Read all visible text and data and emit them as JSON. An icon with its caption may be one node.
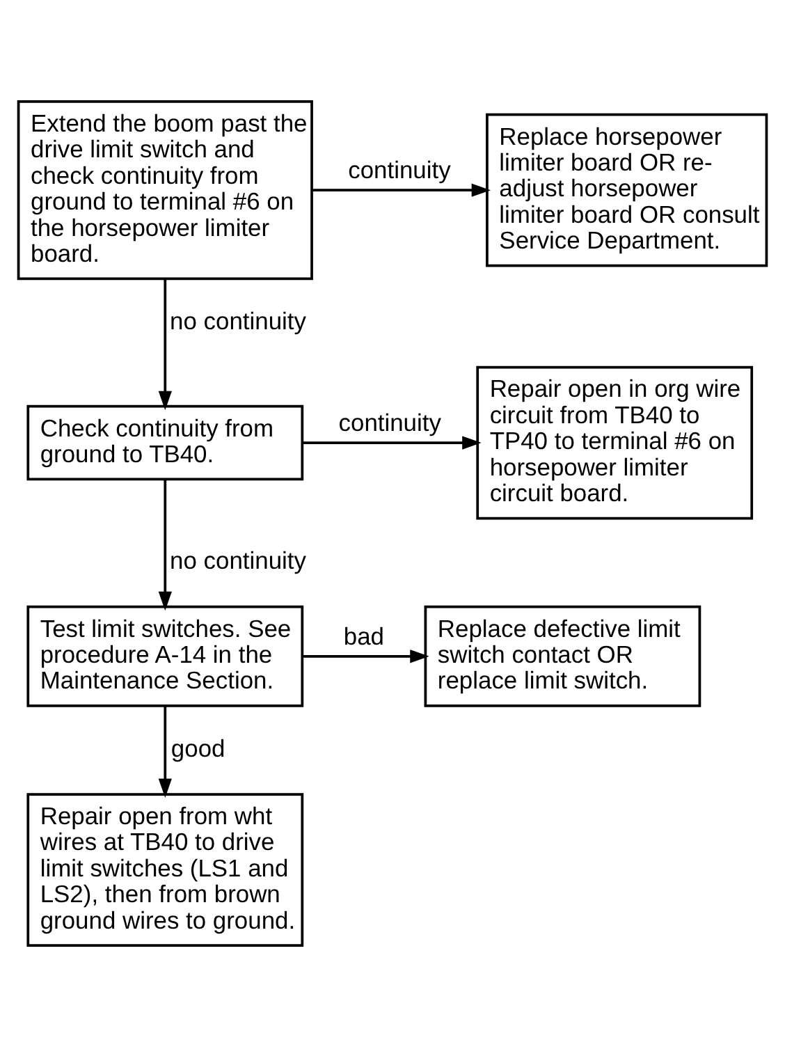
{
  "diagram": {
    "nodes": [
      {
        "text": [
          "Extend the boom past the drive limit switch and check continuity from ground to terminal #6 on the horsepower limiter board."
        ]
      },
      {
        "text": [
          "Replace horsepower limiter board OR re-adjust horsepower limiter board OR consult Service Department."
        ]
      },
      {
        "text": [
          "Check continuity from ground to TB40."
        ]
      },
      {
        "text": [
          "Repair open in org wire circuit from TB40 to TP40 to terminal #6 on horsepower limiter circuit board."
        ]
      },
      {
        "text": [
          "Test limit switches. See procedure A-14 in the Maintenance Section."
        ]
      },
      {
        "text": [
          "Replace defective limit switch contact OR replace limit switch."
        ]
      },
      {
        "text": [
          "Repair open from wht wires at TB40 to drive limit switches (LS1 and LS2), then from brown ground wires to ground."
        ]
      }
    ],
    "edges": [
      {
        "from": 0,
        "to": 1,
        "arrow": "to",
        "label": "continuity"
      },
      {
        "from": 0,
        "to": 2,
        "arrow": "to",
        "label": "no continuity"
      },
      {
        "from": 2,
        "to": 3,
        "arrow": "to",
        "label": "continuity"
      },
      {
        "from": 2,
        "to": 4,
        "arrow": "to",
        "label": "no continuity"
      },
      {
        "from": 4,
        "to": 5,
        "arrow": "to",
        "label": "bad"
      },
      {
        "from": 4,
        "to": 6,
        "arrow": "to",
        "label": "good"
      }
    ]
  }
}
